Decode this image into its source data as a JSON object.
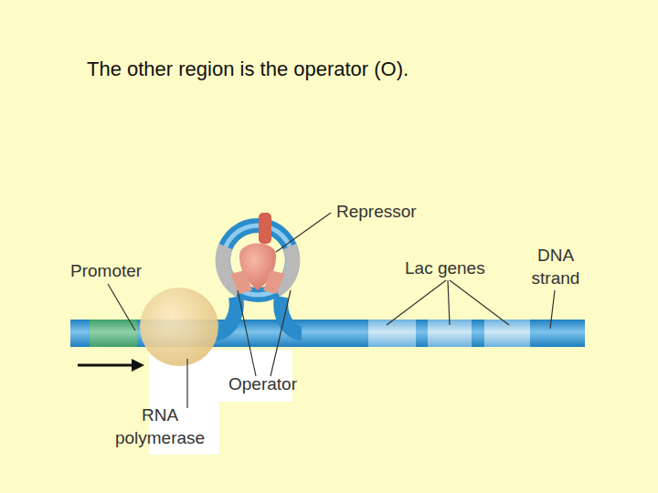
{
  "diagram": {
    "title": "The other region is the operator (O).",
    "labels": [
      "Repressor",
      "Promoter",
      "Lac genes",
      "DNA strand",
      "Operator",
      "RNA polymerase"
    ]
  }
}
